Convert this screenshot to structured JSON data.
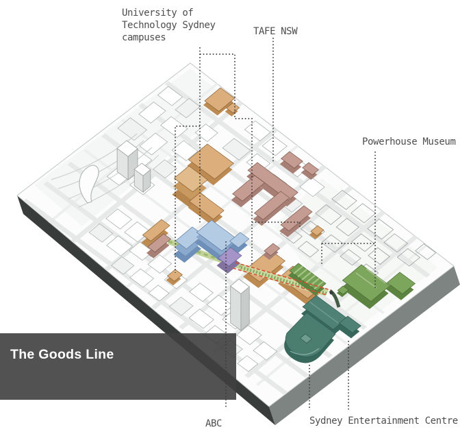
{
  "banner": {
    "title": "The Goods Line",
    "bg": "#3f3f3f",
    "fg": "#ffffff"
  },
  "labels": {
    "uts": [
      "University of",
      "Technology Sydney",
      "campuses"
    ],
    "tafe": "TAFE NSW",
    "powerhouse": "Powerhouse Museum",
    "abc": "ABC",
    "entertainment": "Sydney Entertainment Centre"
  },
  "palette": {
    "uts_buildings": "#dcae7c",
    "uts_buildings_light": "#e2bb8c",
    "tafe_buildings": "#c49c92",
    "abc_buildings": "#b4cbe4",
    "abc_annex": "#a494c8",
    "powerhouse_buildings": "#7ca65b",
    "entertainment_buildings": "#4f8174",
    "goods_line_route": "#d94e31",
    "goods_line_landscape": "#c2d298",
    "leader_lines": "#3c3c3c",
    "slab_side_dark": "#383c3b",
    "slab_side_light": "#7e8482",
    "map_ground": "#fbfcfb"
  }
}
